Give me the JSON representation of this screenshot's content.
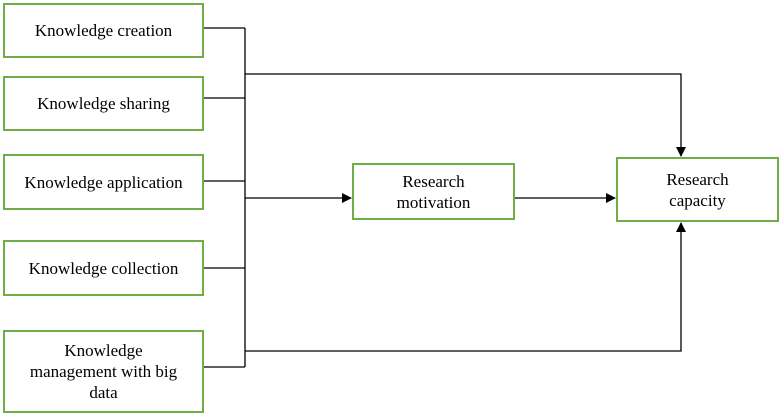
{
  "diagram": {
    "nodes": {
      "knowledge_creation": "Knowledge creation",
      "knowledge_sharing": "Knowledge sharing",
      "knowledge_application": "Knowledge application",
      "knowledge_collection": "Knowledge collection",
      "knowledge_management_big_data": "Knowledge\nmanagement with big\ndata",
      "research_motivation": "Research\nmotivation",
      "research_capacity": "Research\ncapacity"
    },
    "edges": [
      {
        "from": "knowledge_creation",
        "to": "bus"
      },
      {
        "from": "knowledge_sharing",
        "to": "bus"
      },
      {
        "from": "knowledge_application",
        "to": "bus"
      },
      {
        "from": "knowledge_collection",
        "to": "bus"
      },
      {
        "from": "knowledge_management_big_data",
        "to": "bus"
      },
      {
        "from": "bus",
        "to": "research_motivation"
      },
      {
        "from": "bus",
        "to": "research_capacity",
        "route": "top"
      },
      {
        "from": "bus",
        "to": "research_capacity",
        "route": "bottom"
      },
      {
        "from": "research_motivation",
        "to": "research_capacity"
      }
    ],
    "colors": {
      "box_border": "#70ad47",
      "line": "#000000"
    }
  }
}
